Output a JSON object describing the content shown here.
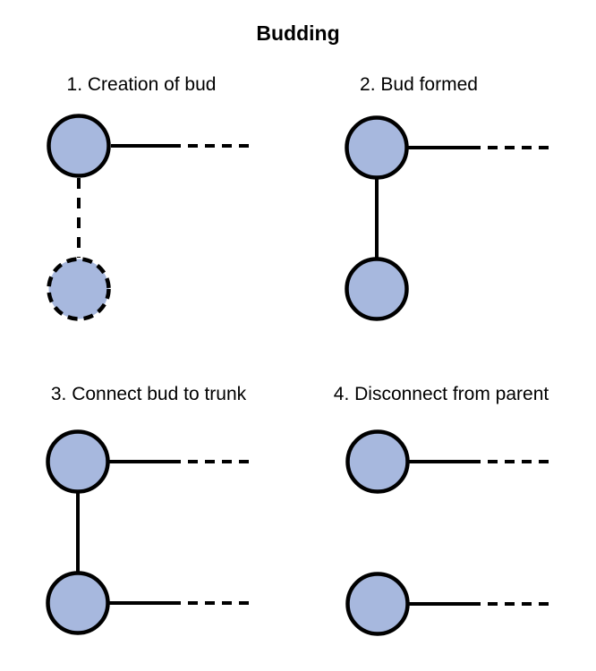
{
  "title": "Budding",
  "colors": {
    "background": "#ffffff",
    "text": "#000000",
    "stroke": "#000000",
    "node_fill": "#a7b8de"
  },
  "panels": [
    {
      "label": "1. Creation of bud",
      "nodes": [
        {
          "name": "parent",
          "outline": "solid"
        },
        {
          "name": "bud",
          "outline": "dashed"
        }
      ],
      "edges": [
        {
          "from": "parent",
          "to": "trunk-continuation",
          "style": "solid-then-dashed"
        },
        {
          "from": "parent",
          "to": "bud",
          "style": "dashed"
        }
      ]
    },
    {
      "label": "2. Bud formed",
      "nodes": [
        {
          "name": "parent",
          "outline": "solid"
        },
        {
          "name": "bud",
          "outline": "solid"
        }
      ],
      "edges": [
        {
          "from": "parent",
          "to": "trunk-continuation",
          "style": "solid-then-dashed"
        },
        {
          "from": "parent",
          "to": "bud",
          "style": "solid"
        }
      ]
    },
    {
      "label": "3. Connect bud to trunk",
      "nodes": [
        {
          "name": "parent",
          "outline": "solid"
        },
        {
          "name": "bud",
          "outline": "solid"
        }
      ],
      "edges": [
        {
          "from": "parent",
          "to": "trunk-continuation",
          "style": "solid-then-dashed"
        },
        {
          "from": "parent",
          "to": "bud",
          "style": "solid"
        },
        {
          "from": "bud",
          "to": "trunk-continuation",
          "style": "solid-then-dashed"
        }
      ]
    },
    {
      "label": "4. Disconnect from parent",
      "nodes": [
        {
          "name": "parent",
          "outline": "solid"
        },
        {
          "name": "bud",
          "outline": "solid"
        }
      ],
      "edges": [
        {
          "from": "parent",
          "to": "trunk-continuation",
          "style": "solid-then-dashed"
        },
        {
          "from": "bud",
          "to": "trunk-continuation",
          "style": "solid-then-dashed"
        }
      ]
    }
  ]
}
